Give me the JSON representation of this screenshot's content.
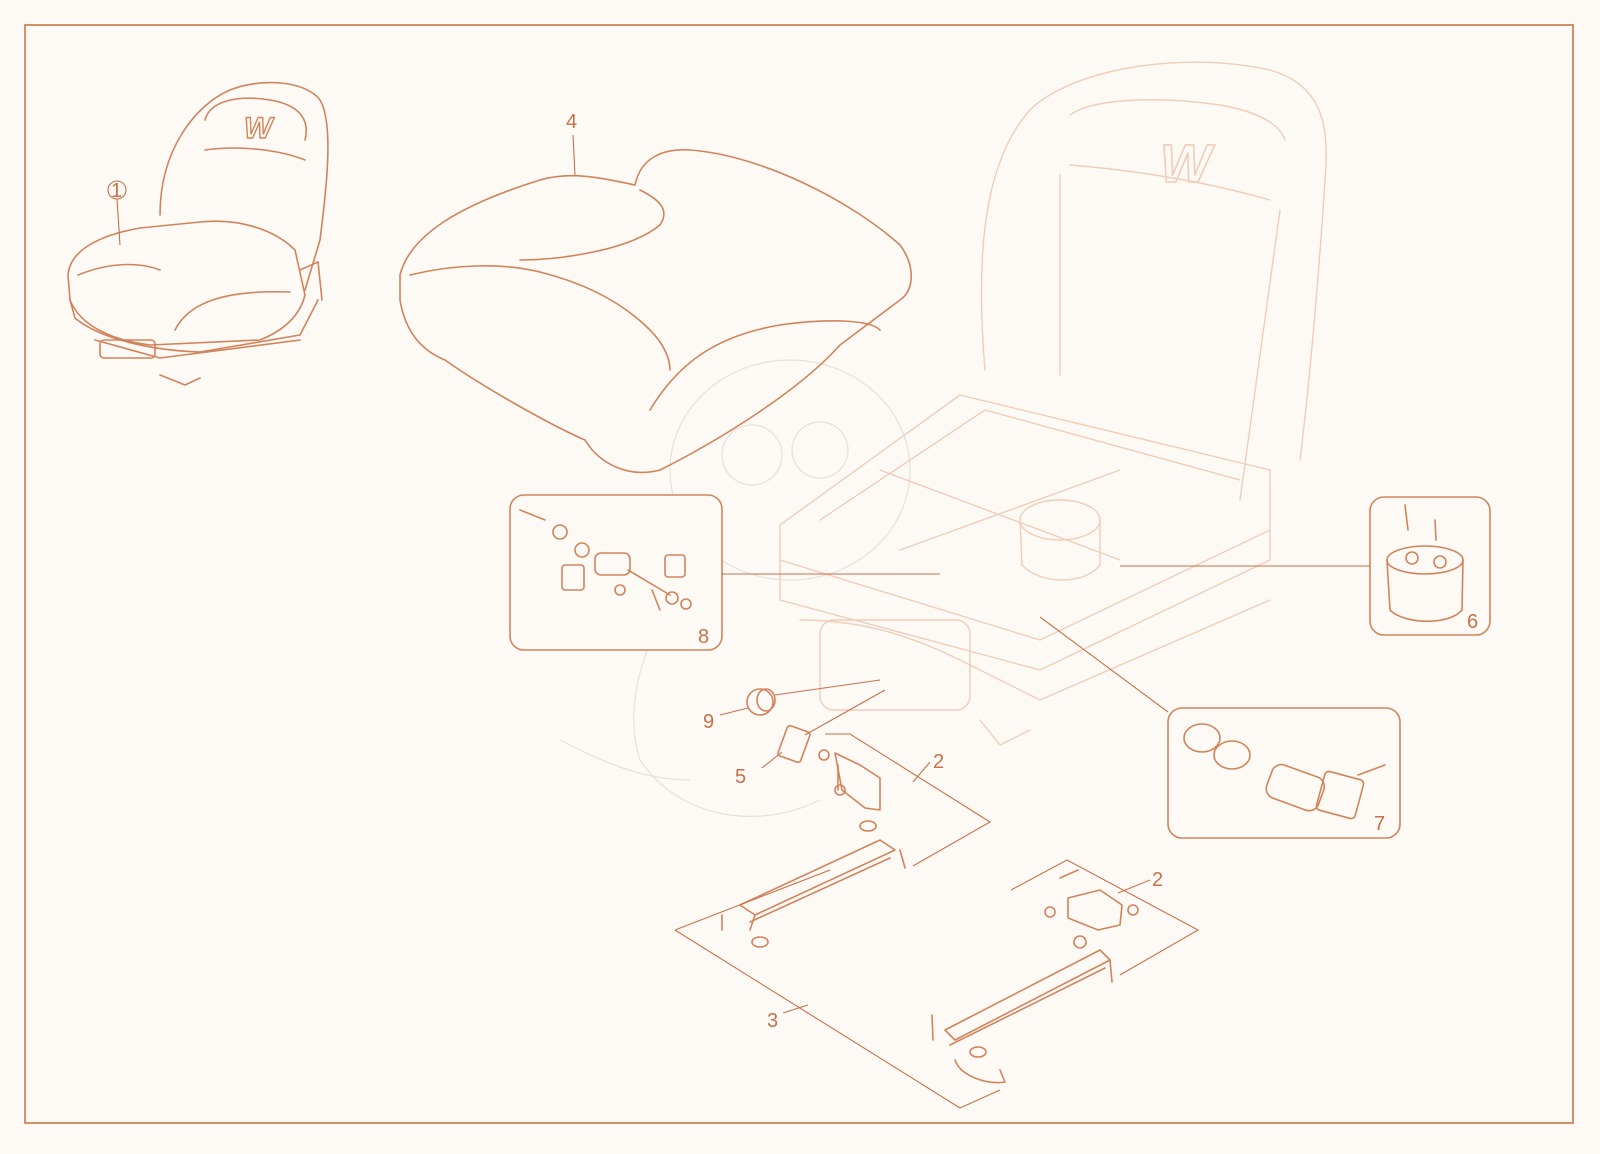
{
  "colors": {
    "line": "#d3835a",
    "faded": "#f0cdb8",
    "background": "#fdfaf6",
    "label": "#c9704a"
  },
  "logo_text": "W",
  "callouts": {
    "c1": "1",
    "c2a": "2",
    "c2b": "2",
    "c3": "3",
    "c4": "4",
    "c5": "5",
    "c6": "6",
    "c7": "7",
    "c8": "8",
    "c9": "9"
  }
}
